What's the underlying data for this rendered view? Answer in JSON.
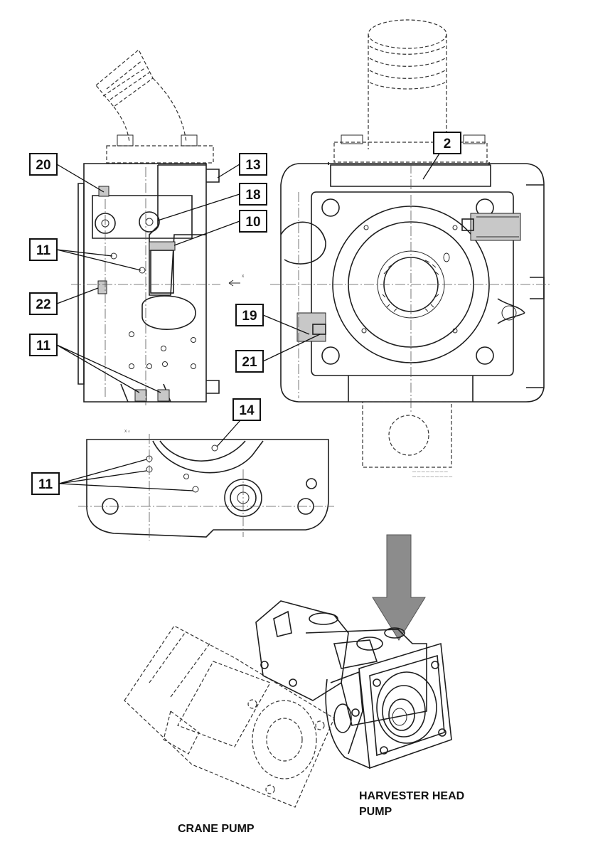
{
  "callouts": {
    "c20": "20",
    "c13": "13",
    "c2": "2",
    "c18": "18",
    "c10": "10",
    "c11a": "11",
    "c22": "22",
    "c19": "19",
    "c21": "21",
    "c11b": "11",
    "c14": "14",
    "c11c": "11"
  },
  "labels": {
    "harvester_line1": "HARVESTER HEAD",
    "harvester_line2": "PUMP",
    "crane": "CRANE PUMP"
  },
  "colors": {
    "arrow_fill": "#8c8c8c",
    "line": "#1e1e1e"
  }
}
